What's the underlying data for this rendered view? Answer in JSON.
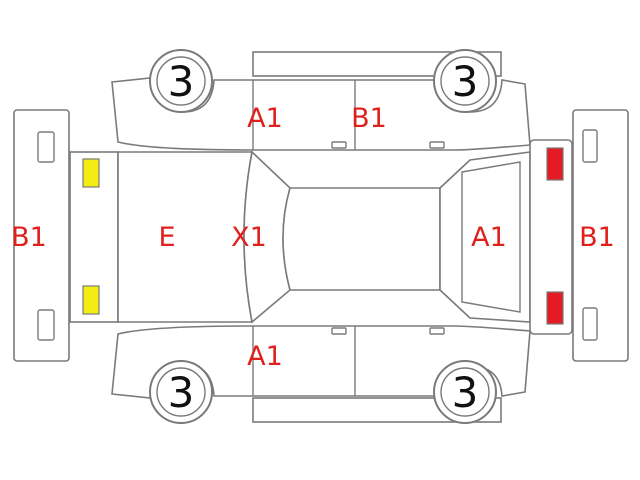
{
  "colors": {
    "outline": "#7a7a7a",
    "code_text": "#e0201c",
    "front_lamp_fill": "#f2ee14",
    "rear_lamp_fill": "#e41b23",
    "background": "#ffffff"
  },
  "labels": {
    "front_bumper": "B1",
    "hood": "E",
    "windshield": "X1",
    "front_left_door": "A1",
    "rear_left_door": "B1",
    "front_right_door": "A1",
    "rear_glass": "A1",
    "rear_bumper": "B1"
  },
  "wheels": {
    "front_left": "3",
    "rear_left": "3",
    "front_right": "3",
    "rear_right": "3"
  }
}
